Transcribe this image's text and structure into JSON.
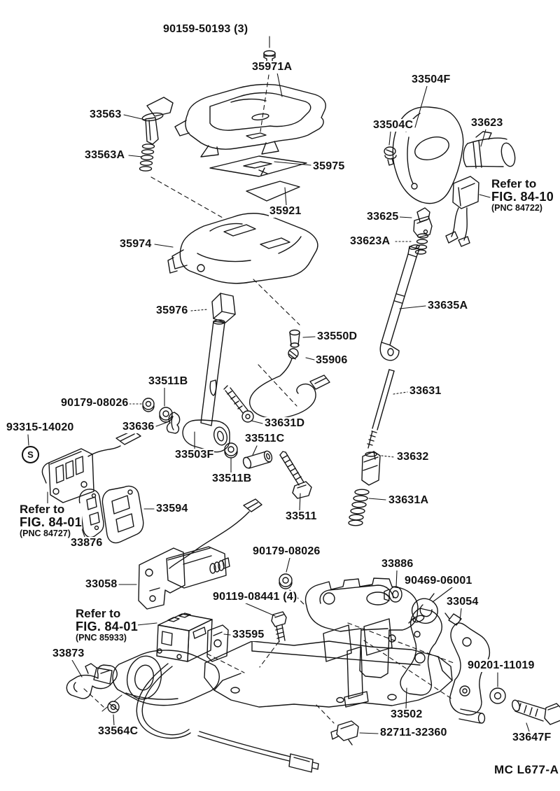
{
  "diagram": {
    "description": "Exploded parts diagram - gear shift control and shift lock assembly",
    "footer_code": "MC L677-A",
    "s_marker": "S",
    "colors": {
      "line": "#141414",
      "background": "#ffffff"
    },
    "labels": {
      "n90159_50193": "90159-50193 (3)",
      "n35971A": "35971A",
      "n33563": "33563",
      "n33563A": "33563A",
      "n35975": "35975",
      "n35921": "35921",
      "n33504F": "33504F",
      "n33504C": "33504C",
      "n33623": "33623",
      "n33625": "33625",
      "n33623A": "33623A",
      "n35974": "35974",
      "n33635A": "33635A",
      "n35976": "35976",
      "n33550D": "33550D",
      "n35906": "35906",
      "n33511B": "33511B",
      "n90179_08026": "90179-08026",
      "n33636": "33636",
      "n93315_14020": "93315-14020",
      "n33631D": "33631D",
      "n33631": "33631",
      "n33503F": "33503F",
      "n33511C": "33511C",
      "n33632": "33632",
      "n33631A": "33631A",
      "n33511": "33511",
      "n33594": "33594",
      "n33876": "33876",
      "n33058": "33058",
      "n33886": "33886",
      "n90469_06001": "90469-06001",
      "n90119_08441": "90119-08441 (4)",
      "n33054": "33054",
      "n33595": "33595",
      "n33873": "33873",
      "n90201_11019": "90201-11019",
      "n33564C": "33564C",
      "n33502": "33502",
      "n82711_32360": "82711-32360",
      "n33647F": "33647F"
    },
    "refer_notes": {
      "fig_84_10": {
        "line1": "Refer to",
        "line2": "FIG. 84-10",
        "line3": "(PNC 84722)"
      },
      "fig_84_01_a": {
        "line1": "Refer to",
        "line2": "FIG. 84-01",
        "line3": "(PNC 84727)"
      },
      "fig_84_01_b": {
        "line1": "Refer to",
        "line2": "FIG. 84-01",
        "line3": "(PNC 85933)"
      }
    }
  }
}
